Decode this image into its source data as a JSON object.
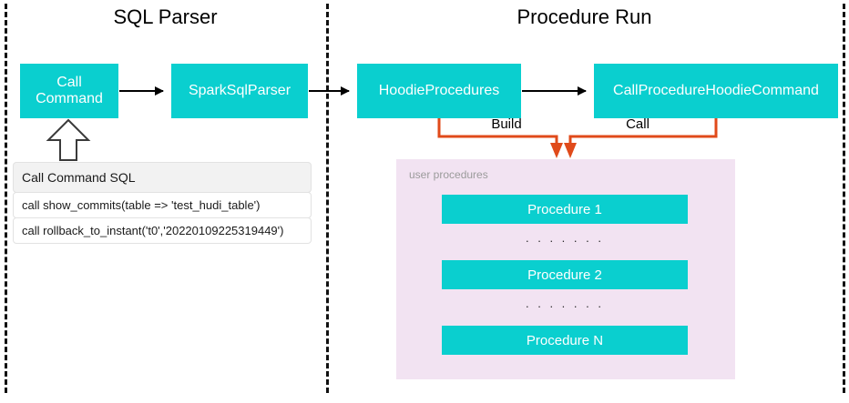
{
  "sections": {
    "left_title": "SQL Parser",
    "right_title": "Procedure Run"
  },
  "boxes": {
    "call_command": "Call\nCommand",
    "call_command_line1": "Call",
    "call_command_line2": "Command",
    "spark_sql_parser": "SparkSqlParser",
    "hoodie_procedures": "HoodieProcedures",
    "call_procedure_hoodie_command": "CallProcedureHoodieCommand"
  },
  "sql_table": {
    "header": "Call Command SQL",
    "rows": [
      "call show_commits(table => 'test_hudi_table')",
      "call rollback_to_instant('t0','20220109225319449')"
    ]
  },
  "connectors": {
    "build_label": "Build",
    "call_label": "Call"
  },
  "procedures_panel": {
    "label": "user procedures",
    "items": [
      "Procedure 1",
      "Procedure 2",
      "Procedure N"
    ],
    "ellipsis": ". . . . . . ."
  },
  "colors": {
    "teal": "#0ACFCF",
    "panel_purple": "#F2E3F2",
    "connector_orange": "#E04A1A",
    "divider_black": "#111111",
    "table_header_gray": "#F2F2F2"
  }
}
